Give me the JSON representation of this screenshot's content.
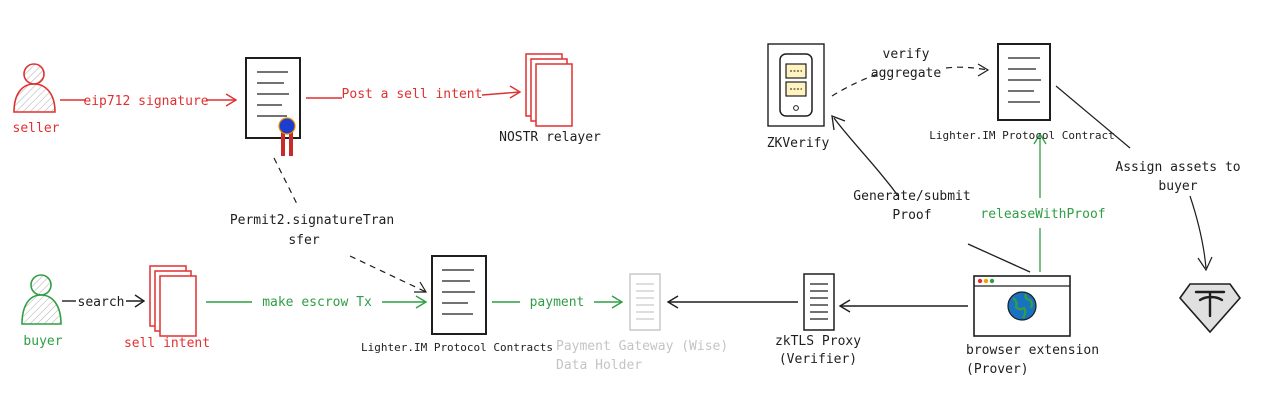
{
  "colors": {
    "red": "#e03131",
    "green": "#2f9e44",
    "black": "#1e1e1e",
    "gray": "#c9c9c9",
    "gray_text": "#c4c4c4",
    "seal_blue": "#1c3ecf",
    "seal_red": "#c92a2a",
    "globe_blue": "#1971c2",
    "card_fill": "#fff3bf"
  },
  "nodes": {
    "seller": "seller",
    "buyer": "buyer",
    "sell_intent": "sell intent",
    "nostr_relayer": "NOSTR relayer",
    "lighter_contracts": "Lighter.IM Protocol Contracts",
    "payment_gateway_line1": "Payment Gateway (Wise)",
    "payment_gateway_line2": "Data Holder",
    "zktls_proxy_line1": "zkTLS Proxy",
    "zktls_proxy_line2": "(Verifier)",
    "browser_extension_line1": "browser extension",
    "browser_extension_line2": "(Prover)",
    "zkverify": "ZKVerify",
    "lighter_contract": "Lighter.IM Protocol Contract"
  },
  "edges": {
    "eip712_signature": "eip712 signature",
    "post_sell_intent": "Post a sell intent",
    "permit2_line1": "Permit2.signatureTran",
    "permit2_line2": "sfer",
    "search": "search",
    "make_escrow_tx": "make escrow Tx",
    "payment": "payment",
    "verify_line1": "verify",
    "verify_line2": "aggregate",
    "generate_line1": "Generate/submit",
    "generate_line2": "Proof",
    "release_with_proof": "releaseWithProof",
    "assign_line1": "Assign assets to",
    "assign_line2": "buyer"
  },
  "icons": {
    "person": "person-icon",
    "document": "document-icon",
    "document_stack": "document-stack-icon",
    "server": "server-icon",
    "phone": "phone-icon",
    "browser_window": "browser-window-icon",
    "globe": "globe-icon",
    "token": "token-diamond-icon"
  }
}
